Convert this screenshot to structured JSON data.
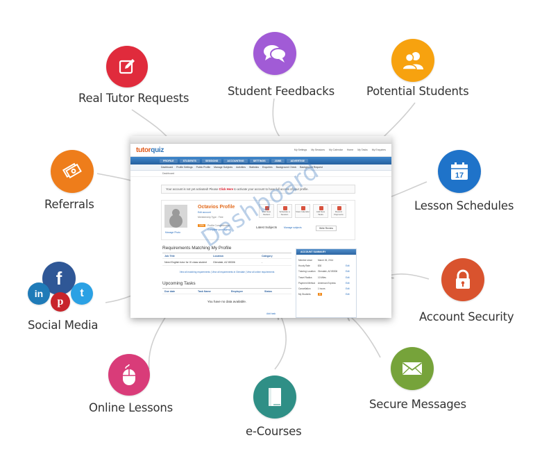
{
  "features": {
    "real_tutor_requests": {
      "label": "Real Tutor Requests",
      "color": "#e02b3c",
      "icon": "edit-icon"
    },
    "student_feedbacks": {
      "label": "Student Feedbacks",
      "color": "#a15bd6",
      "icon": "chat-bubbles-icon"
    },
    "potential_students": {
      "label": "Potential Students",
      "color": "#f7a20f",
      "icon": "users-icon"
    },
    "referrals": {
      "label": "Referrals",
      "color": "#ee7d1b",
      "icon": "money-stack-icon"
    },
    "lesson_schedules": {
      "label": "Lesson Schedules",
      "color": "#1f73c9",
      "icon": "calendar-icon",
      "calendar_day": "17"
    },
    "social_media": {
      "label": "Social Media"
    },
    "account_security": {
      "label": "Account Security",
      "color": "#d9532e",
      "icon": "lock-icon"
    },
    "online_lessons": {
      "label": "Online Lessons",
      "color": "#d93c79",
      "icon": "mouse-icon"
    },
    "e_courses": {
      "label": "e-Courses",
      "color": "#2f8f86",
      "icon": "book-icon"
    },
    "secure_messages": {
      "label": "Secure Messages",
      "color": "#76a33a",
      "icon": "envelope-icon"
    }
  },
  "social": {
    "facebook": {
      "glyph": "f",
      "color": "#2f5796"
    },
    "linkedin": {
      "glyph": "in",
      "color": "#1f7bb8"
    },
    "pinterest": {
      "glyph": "p",
      "color": "#c8242b"
    },
    "twitter": {
      "glyph": "t",
      "color": "#2ba1e4"
    }
  },
  "dashboard": {
    "logo_a": "tutor",
    "logo_b": "quiz",
    "top_links": [
      "My Settings",
      "My Sessions",
      "My Calendar",
      "Home",
      "My Tasks",
      "My Enquiries"
    ],
    "nav": [
      "PROFILE",
      "STUDENTS",
      "SESSIONS",
      "ACCOUNTING",
      "SETTINGS",
      "JOBS",
      "ADVERTISE"
    ],
    "subnav": [
      "Dashboard",
      "Profile Settings",
      "Public Profile",
      "Manage Subjects",
      "Activities",
      "Statistics",
      "Enquiries",
      "Background Check",
      "Background Request"
    ],
    "breadcrumb": "Dashboard",
    "alert_prefix": "Your account is not yet activated! Please",
    "alert_link": "Click Here",
    "alert_suffix": "to activate your account to have full access of your profile.",
    "profile_name": "Octavios Profile",
    "edit_account": "Edit account",
    "membership": "Membership Type : Free",
    "manage_photo": "Manage Photo",
    "profile_completion": "Profile Completeness",
    "complete_signup": "Complete your signup",
    "latest_subjects": "Latest Subjects",
    "manage_subjects": "Manage subjects",
    "write_review": "Write Review",
    "quick_buttons": [
      "Add New Student",
      "Schedule a Session",
      "View Calendar",
      "Add New Tasks",
      "Record Payments"
    ],
    "requirements_title": "Requirements Matching My Profile",
    "req_headers": [
      "Job Title",
      "Location",
      "Category"
    ],
    "req_row": [
      "Need English tutor for IX class student",
      "Glendale, AZ 85306",
      "-"
    ],
    "req_links": "View all matching requirements | View all requirements in Glendale | View all online requirements",
    "tasks_title": "Upcoming Tasks",
    "task_headers": [
      "Due date",
      "Task Name",
      "Employee",
      "Status"
    ],
    "no_data": "You have no data available.",
    "add_task": "Add task",
    "watermark": "Dashboard",
    "account_summary": "ACCOUNT SUMMARY",
    "account_rows": [
      [
        "Member since",
        "March 26, 2014",
        ""
      ],
      [
        "Hourly Rate",
        "$30",
        "Edit"
      ],
      [
        "Tutoring Location",
        "Glendale, AZ 85306",
        "Edit"
      ],
      [
        "Travel Radius",
        "10 Miles",
        "Edit"
      ],
      [
        "Payment Method",
        "American Express",
        "Edit"
      ],
      [
        "Cancellation",
        "1 hours",
        "Edit"
      ],
      [
        "My Students",
        "0",
        "Edit"
      ]
    ]
  }
}
